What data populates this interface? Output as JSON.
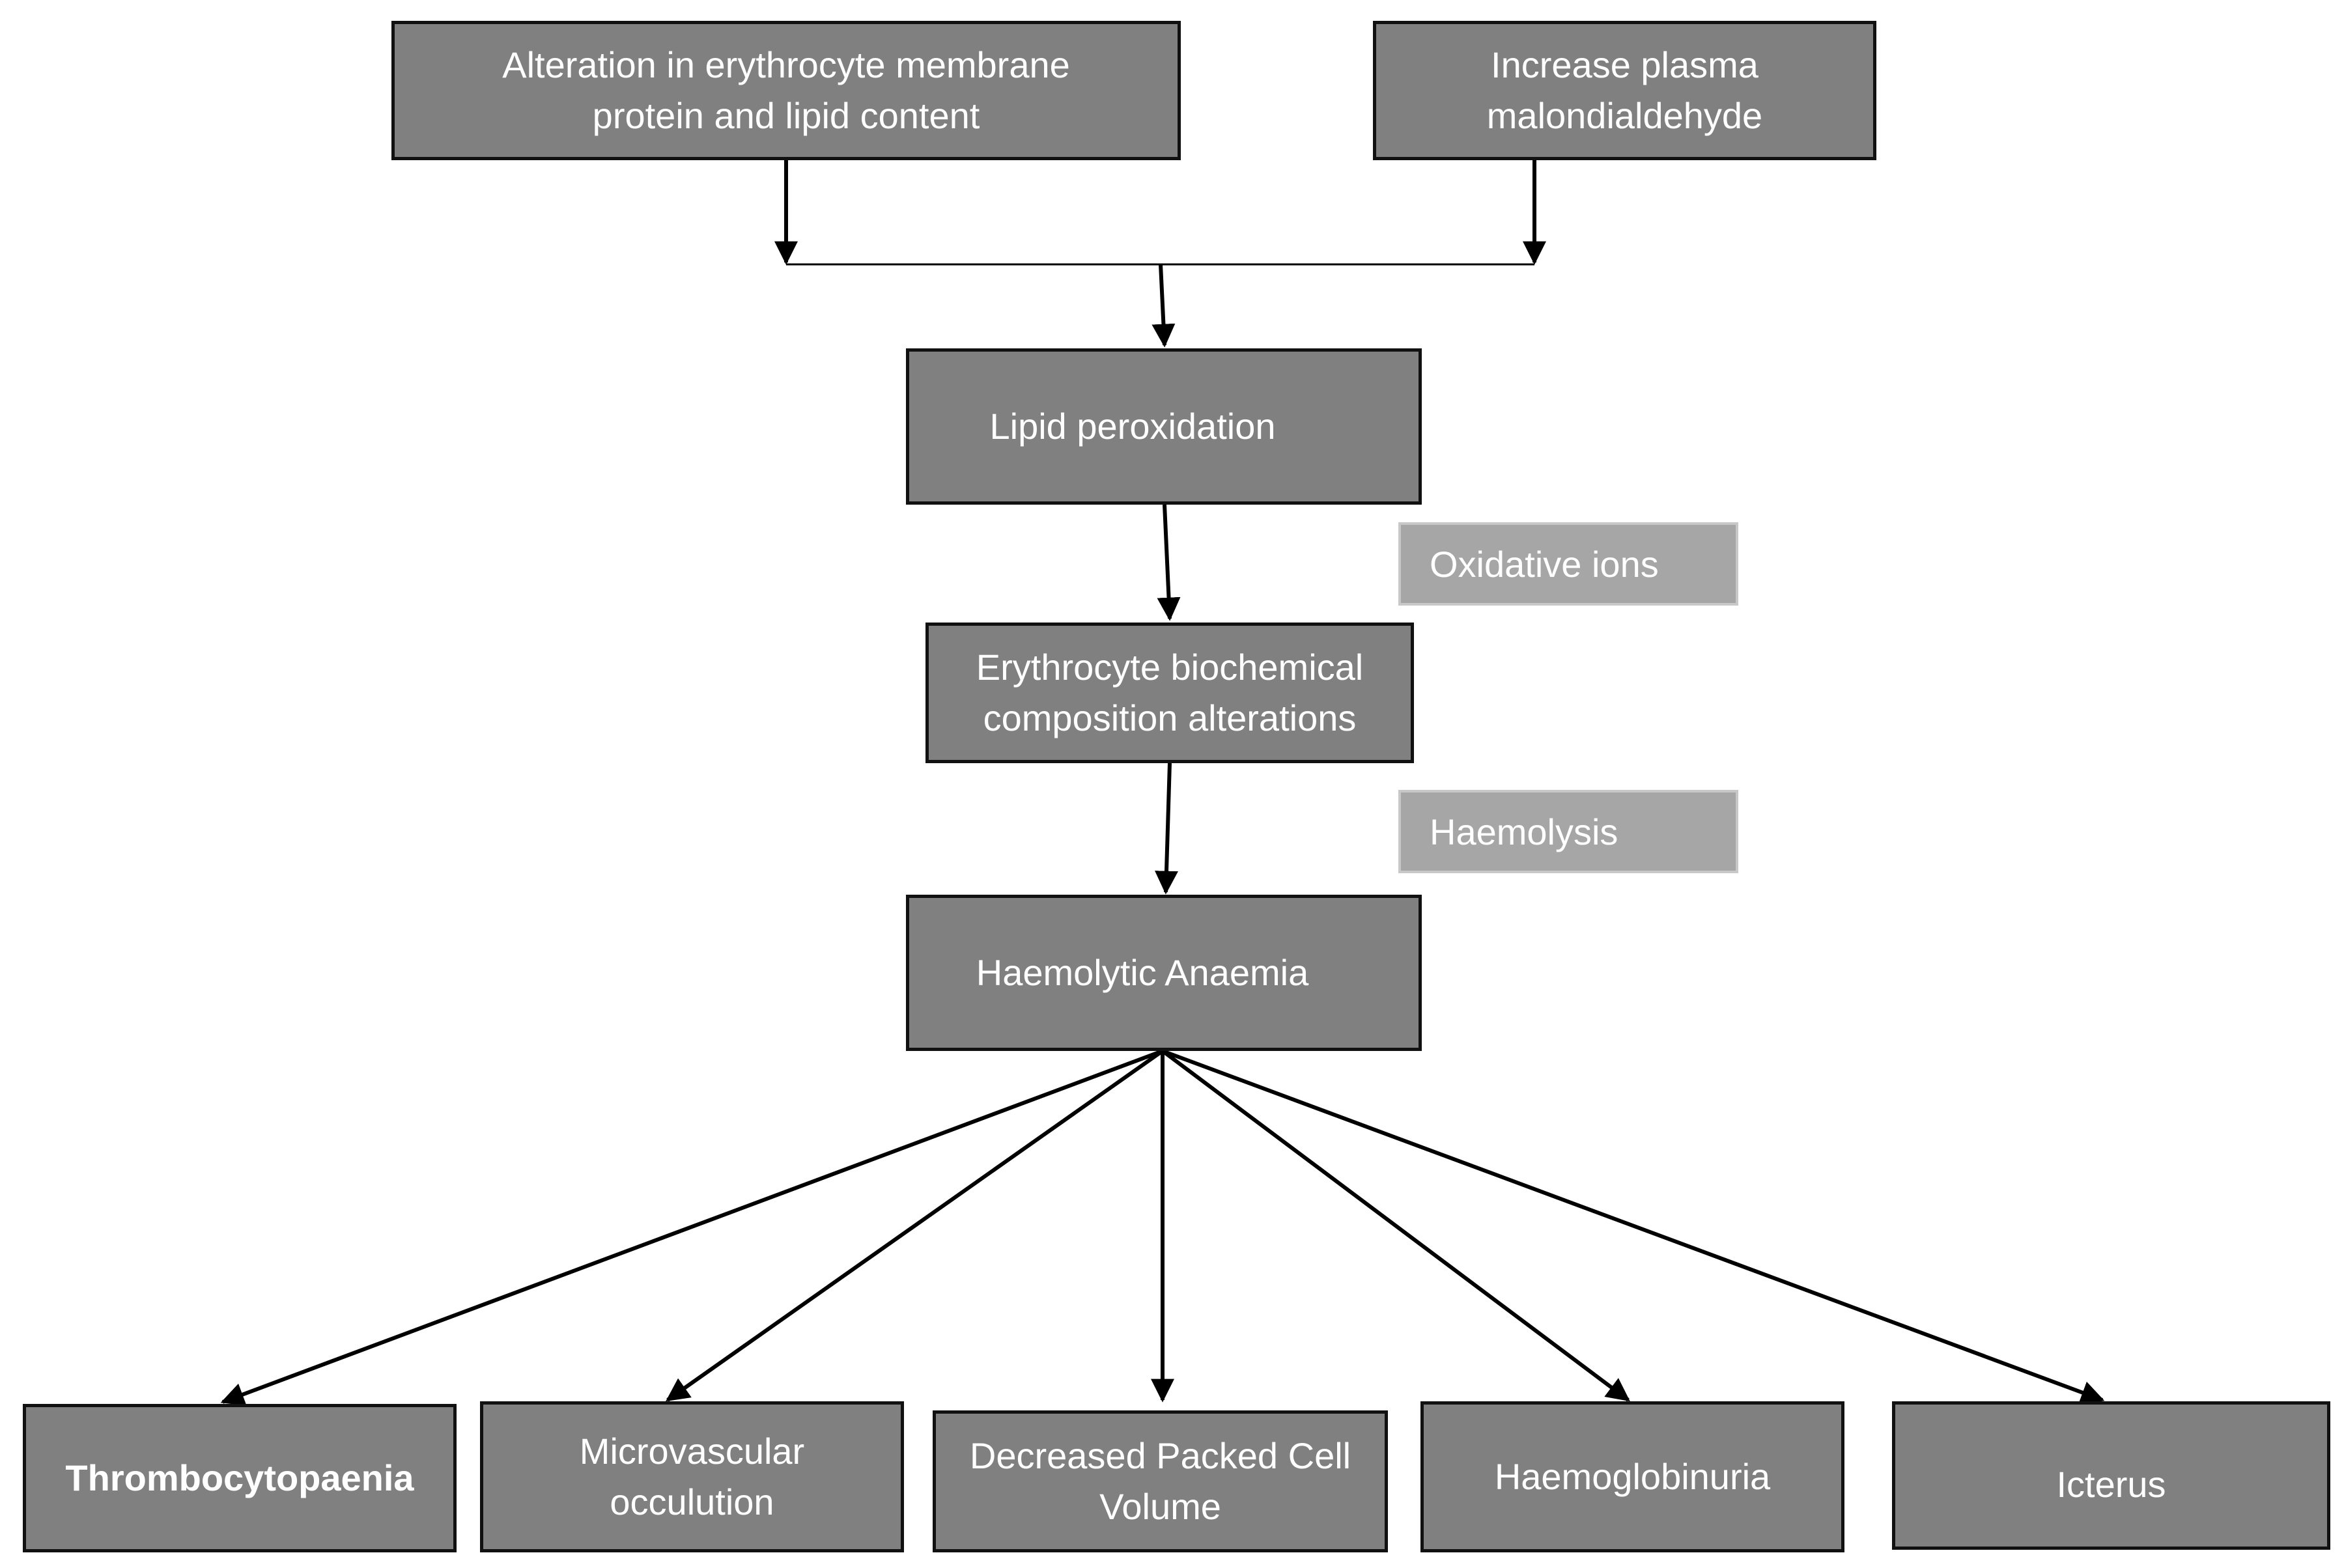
{
  "diagram": {
    "nodes": {
      "membrane": "Alteration in erythrocyte membrane\nprotein and lipid content",
      "malondialdehyde": "Increase plasma\nmalondialdehyde",
      "lipid_peroxidation": "Lipid peroxidation",
      "biochemical": "Erythrocyte biochemical\ncomposition alterations",
      "anaemia": "Haemolytic Anaemia",
      "thrombocytopaenia": "Thrombocytopaenia",
      "microvascular": "Microvascular\nocculution",
      "pcv": "Decreased Packed Cell\nVolume",
      "haemoglobinuria": "Haemoglobinuria",
      "icterus": "Icterus"
    },
    "edge_labels": {
      "oxidative_ions": "Oxidative ions",
      "haemolysis": "Haemolysis"
    }
  },
  "colors": {
    "node_fill": "#808080",
    "label_fill": "#a6a6a6",
    "line": "#000000",
    "text": "#ffffff"
  }
}
